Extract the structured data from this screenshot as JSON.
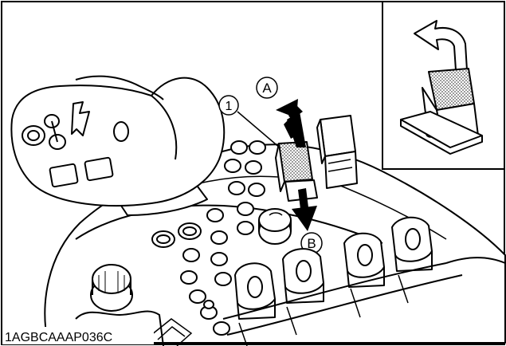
{
  "labels": {
    "callout": "1",
    "arrow_up": "A",
    "arrow_down": "B",
    "figure_code": "1AGBCAAAP036C"
  },
  "colors": {
    "ink": "#000000",
    "paper": "#ffffff",
    "stipple": "#6f6f6f"
  }
}
